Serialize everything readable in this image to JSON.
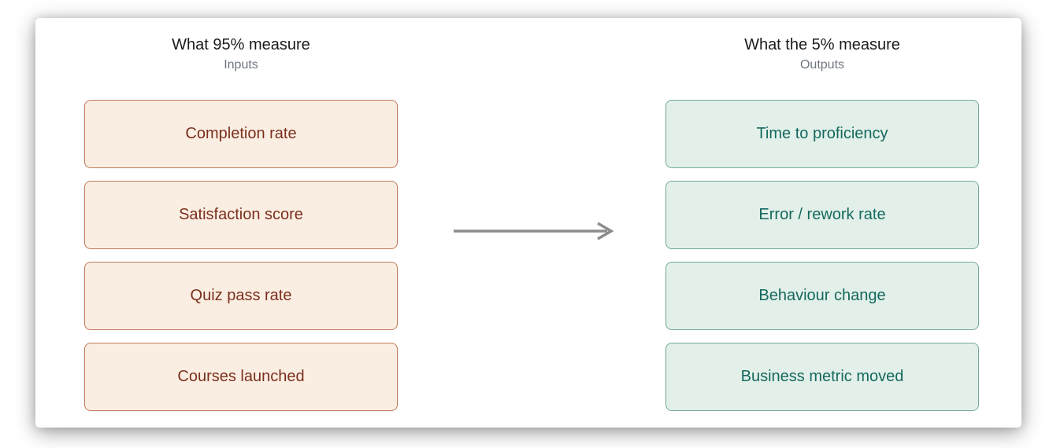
{
  "diagram": {
    "left_column": {
      "title": "What 95% measure",
      "subtitle": "Inputs",
      "items": [
        "Completion rate",
        "Satisfaction score",
        "Quiz pass rate",
        "Courses launched"
      ]
    },
    "right_column": {
      "title": "What the 5% measure",
      "subtitle": "Outputs",
      "items": [
        "Time to proficiency",
        "Error / rework rate",
        "Behaviour change",
        "Business metric moved"
      ]
    },
    "arrow": {
      "direction": "left-to-right"
    },
    "colors": {
      "input_fill": "#faeee3",
      "input_border": "#c0795a",
      "input_text": "#7c2f1d",
      "output_fill": "#e2f0e9",
      "output_border": "#73a893",
      "output_text": "#15685e",
      "arrow": "#8c8c8c",
      "title_text": "#1b1b1b",
      "subtitle_text": "#6f7680"
    }
  }
}
